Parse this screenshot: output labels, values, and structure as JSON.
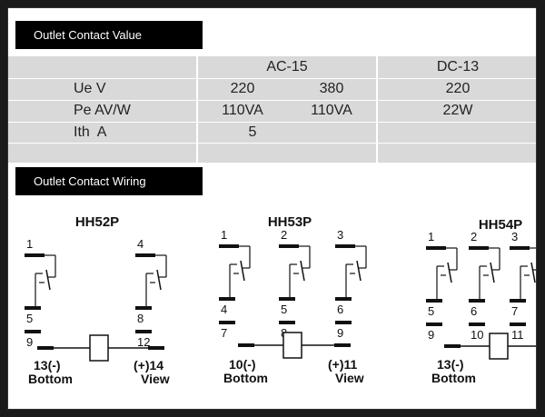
{
  "value_section": {
    "heading": "Outlet Contact Value",
    "header": {
      "ac": "AC-15",
      "dc": "DC-13"
    },
    "rows": [
      {
        "label": "Ue V",
        "cells": [
          "220",
          "380",
          "220"
        ]
      },
      {
        "label": "Pe AV/W",
        "cells": [
          "110VA",
          "110VA",
          "22W"
        ]
      },
      {
        "label": "Ith  A",
        "cells": [
          "5"
        ]
      }
    ]
  },
  "wiring_section": {
    "heading": "Outlet Contact Wiring",
    "diagrams": [
      {
        "model": "HH52P",
        "contacts": [
          {
            "top": "1",
            "mid": "5",
            "bot": "9"
          },
          {
            "top": "4",
            "mid": "8",
            "bot": "12"
          }
        ],
        "coil": {
          "left": "13(-)",
          "left_note": "Bottom",
          "right": "(+)14",
          "right_note": "View"
        }
      },
      {
        "model": "HH53P",
        "contacts": [
          {
            "top": "1",
            "mid": "4",
            "bot": "7"
          },
          {
            "top": "2",
            "mid": "5",
            "bot": "8"
          },
          {
            "top": "3",
            "mid": "6",
            "bot": "9"
          }
        ],
        "coil": {
          "left": "10(-)",
          "left_note": "Bottom",
          "right": "(+)11",
          "right_note": "View"
        }
      },
      {
        "model": "HH54P",
        "contacts": [
          {
            "top": "1",
            "mid": "5",
            "bot": "9"
          },
          {
            "top": "2",
            "mid": "6",
            "bot": "10"
          },
          {
            "top": "3",
            "mid": "7",
            "bot": "11"
          }
        ],
        "coil": {
          "left": "13(-)",
          "left_note": "Bottom"
        }
      }
    ]
  }
}
